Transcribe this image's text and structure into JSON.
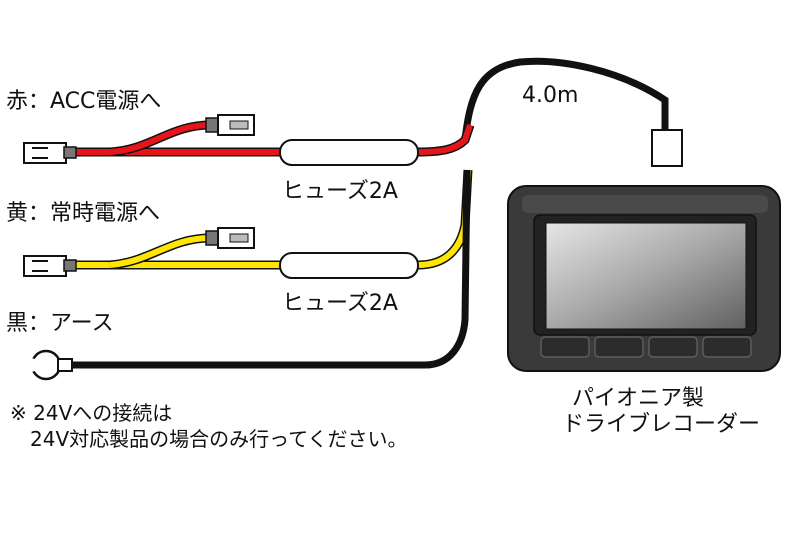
{
  "labels": {
    "red": "赤：ACC電源へ",
    "yellow": "黄：常時電源へ",
    "black": "黒：アース",
    "fuse_red": "ヒューズ2A",
    "fuse_yellow": "ヒューズ2A",
    "cable_length": "4.0m"
  },
  "note": {
    "line1": "※ 24Vへの接続は",
    "line2": "24V対応製品の場合のみ行ってください。"
  },
  "device": {
    "line1": "パイオニア製",
    "line2": "ドライブレコーダー"
  },
  "colors": {
    "red_wire": "#e8141c",
    "yellow_wire": "#ffe500",
    "black_wire": "#111111",
    "device_body": "#3a3a3a"
  }
}
